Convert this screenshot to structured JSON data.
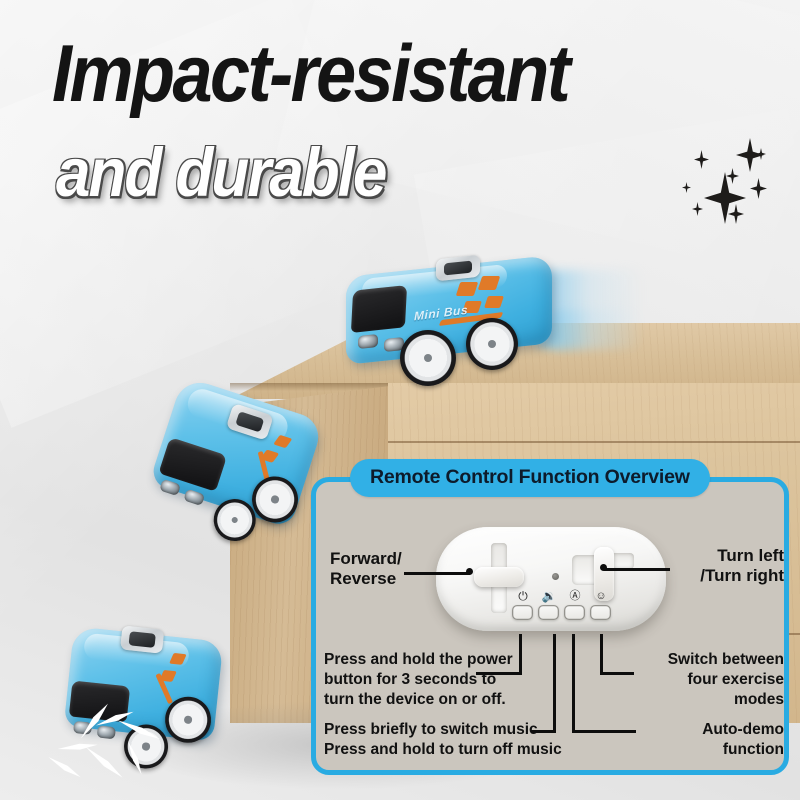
{
  "headline": {
    "line1": "Impact-resistant",
    "line2": "and durable"
  },
  "decor": {
    "sparkle_icon": "sparkle-icon"
  },
  "product": {
    "brand_decal": "Mini Bus",
    "body_color": "#4fb8e5",
    "decal_color": "#e07a28",
    "wheel_color": "#f2f3f4",
    "cars": [
      {
        "id": "car-on-dresser",
        "state": "driving"
      },
      {
        "id": "car-falling",
        "state": "falling"
      },
      {
        "id": "car-landed",
        "state": "impact"
      }
    ]
  },
  "scene": {
    "furniture": "wooden-dresser",
    "wood_color": "#d8bf98"
  },
  "panel": {
    "title": "Remote Control Function Overview",
    "accent_color": "#29abe2",
    "background_color": "#cbc6be",
    "callouts": {
      "forward_reverse": "Forward/\nReverse",
      "forward_reverse_l1": "Forward/",
      "forward_reverse_l2": "Reverse",
      "turn_l1": "Turn left",
      "turn_l2": "/Turn right",
      "power_l1": "Press and hold the power",
      "power_l2": "button for 3 seconds to",
      "power_l3": "turn the device on or off.",
      "modes_l1": "Switch between",
      "modes_l2": "four exercise",
      "modes_l3": "modes",
      "music_l1": "Press briefly to switch music",
      "music_l2": "Press and hold to turn off music",
      "demo_l1": "Auto-demo",
      "demo_l2": "function"
    },
    "buttons": [
      {
        "name": "power-button",
        "icon": "power-icon",
        "glyph": "⏻"
      },
      {
        "name": "music-button",
        "icon": "speaker-music-icon",
        "glyph": "🔊"
      },
      {
        "name": "auto-demo-button",
        "icon": "auto-demo-icon",
        "glyph": "Ⓐ"
      },
      {
        "name": "mode-button",
        "icon": "exercise-mode-icon",
        "glyph": "☻"
      }
    ],
    "controls": [
      {
        "name": "forward-reverse-stick",
        "type": "joystick"
      },
      {
        "name": "turn-stick",
        "type": "joystick"
      },
      {
        "name": "status-led",
        "type": "indicator"
      }
    ]
  }
}
